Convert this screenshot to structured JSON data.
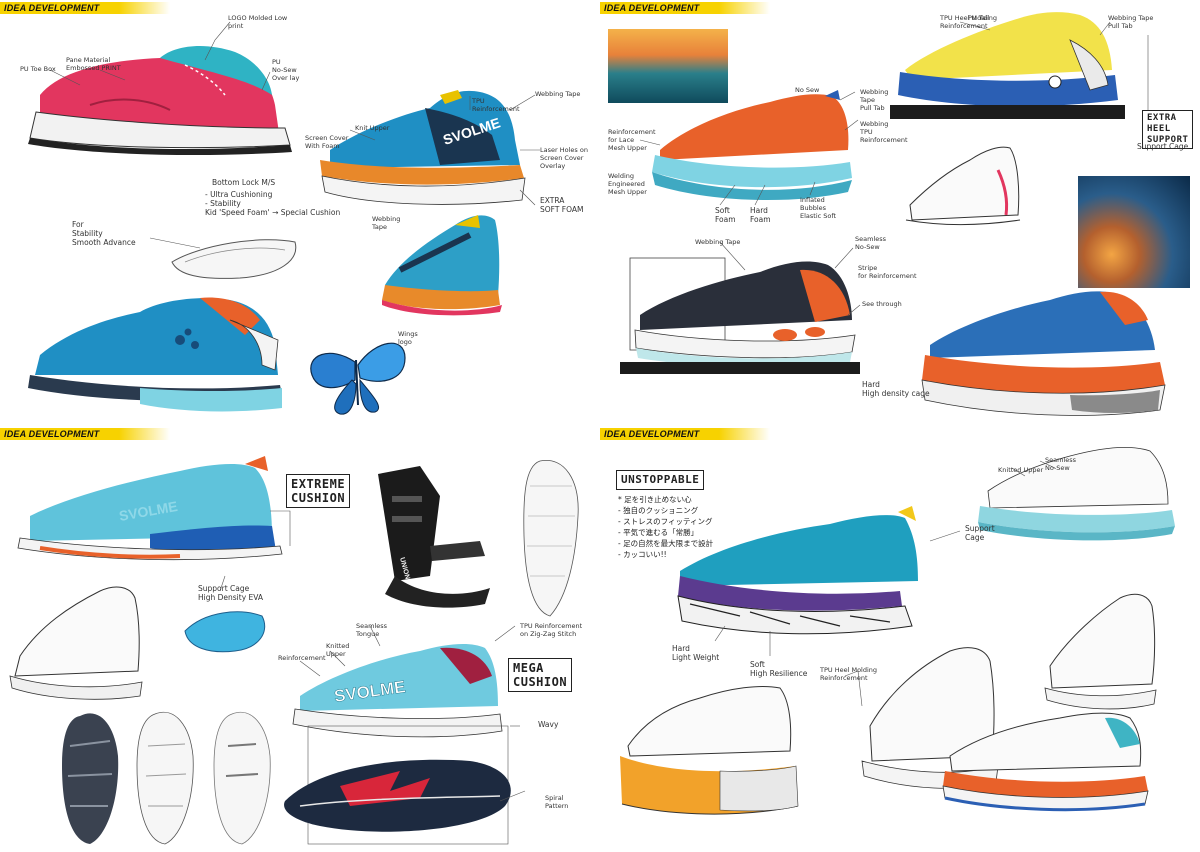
{
  "header": {
    "title": "IDEA DEVELOPMENT"
  },
  "colors": {
    "accent_yellow": "#f7d200",
    "pink": "#e2365f",
    "blue": "#1f8fc4",
    "orange": "#e8612a",
    "teal": "#3fb4cc",
    "navy": "#1d2a40"
  },
  "q1": {
    "notes": {
      "logo": "LOGO Molded Low\nprint",
      "toe": "PU Toe Box",
      "pane": "Pane Material\nEmbossed PRINT",
      "overlay": "PU\nNo-Sew\nOver lay",
      "tpu": "TPU\nReinforcement",
      "webbing": "Webbing Tape",
      "knit": "Knit Upper",
      "screen": "Screen Cover\nWith Foam",
      "laser": "Laser Holes on\nScreen Cover Overlay",
      "bottom": "Bottom Lock M/S",
      "bullets": "- Ultra Cushioning\n- Stability\nKid 'Speed Foam' → Special Cushion",
      "extra": "EXTRA\nSOFT FOAM",
      "webbing2": "Webbing\nTape",
      "stability": "For\nStability\nSmooth Advance",
      "wings": "Wings\nlogo",
      "brand": "SVOLME"
    }
  },
  "q2": {
    "notes": {
      "tpu_heel": "TPU Heel Molding\nReinforcement",
      "pu_tail": "PU Tail",
      "webbing": "Webbing Tape\nPull Tab",
      "extra": "EXTRA\nHEEL\nSUPPORT",
      "support": "Support Cage",
      "no_sew": "No Sew",
      "webbing_tab": "Webbing\nTape\nPull Tab",
      "ref_lace": "Reinforcement\nfor Lace\nMesh Upper",
      "tpu_strip": "Webbing\nTPU\nReinforcement",
      "welding": "Welding\nEngineered\nMesh Upper",
      "soft": "Soft\nFoam",
      "hard": "Hard\nFoam",
      "inflated": "Inflated\nBubbles\nElastic Soft",
      "webbing3": "Webbing Tape",
      "seamless": "Seamless\nNo-Sew",
      "stripe": "Stripe\nfor Reinforcement",
      "see_through": "See through",
      "hard2": "Hard\nHigh density cage"
    }
  },
  "q3": {
    "notes": {
      "support": "Support Cage\nHigh Density EVA",
      "reinforcement": "Reinforcement",
      "knitted": "Knitted\nUpper",
      "seamless": "Seamless\nTongue",
      "tpu_ref": "TPU Reinforcement\non Zig-Zag Stitch",
      "wavy": "Wavy",
      "spiral": "Spiral\nPattern",
      "binding": "UNION",
      "brand": "SVOLME"
    },
    "box_extreme": "EXTREME\nCUSHION",
    "box_mega": "MEGA\nCUSHION"
  },
  "q4": {
    "title": "UNSTOPPABLE",
    "jp_lines": "* 足を引き止めない心\n- 独自のクッショニング\n- ストレスのフィッティング\n- 平気で進むる「常勝」\n- 足の自然を最大限まで設計\n- カッコいい!!",
    "notes": {
      "support": "Support\nCage",
      "hard": "Hard\nLight Weight",
      "soft": "Soft\nHigh Resilience",
      "tpu": "TPU Heel Molding\nReinforcement",
      "knit_top": "Knitted Upper",
      "seamless": "Seamless\nNo-Sew"
    }
  }
}
